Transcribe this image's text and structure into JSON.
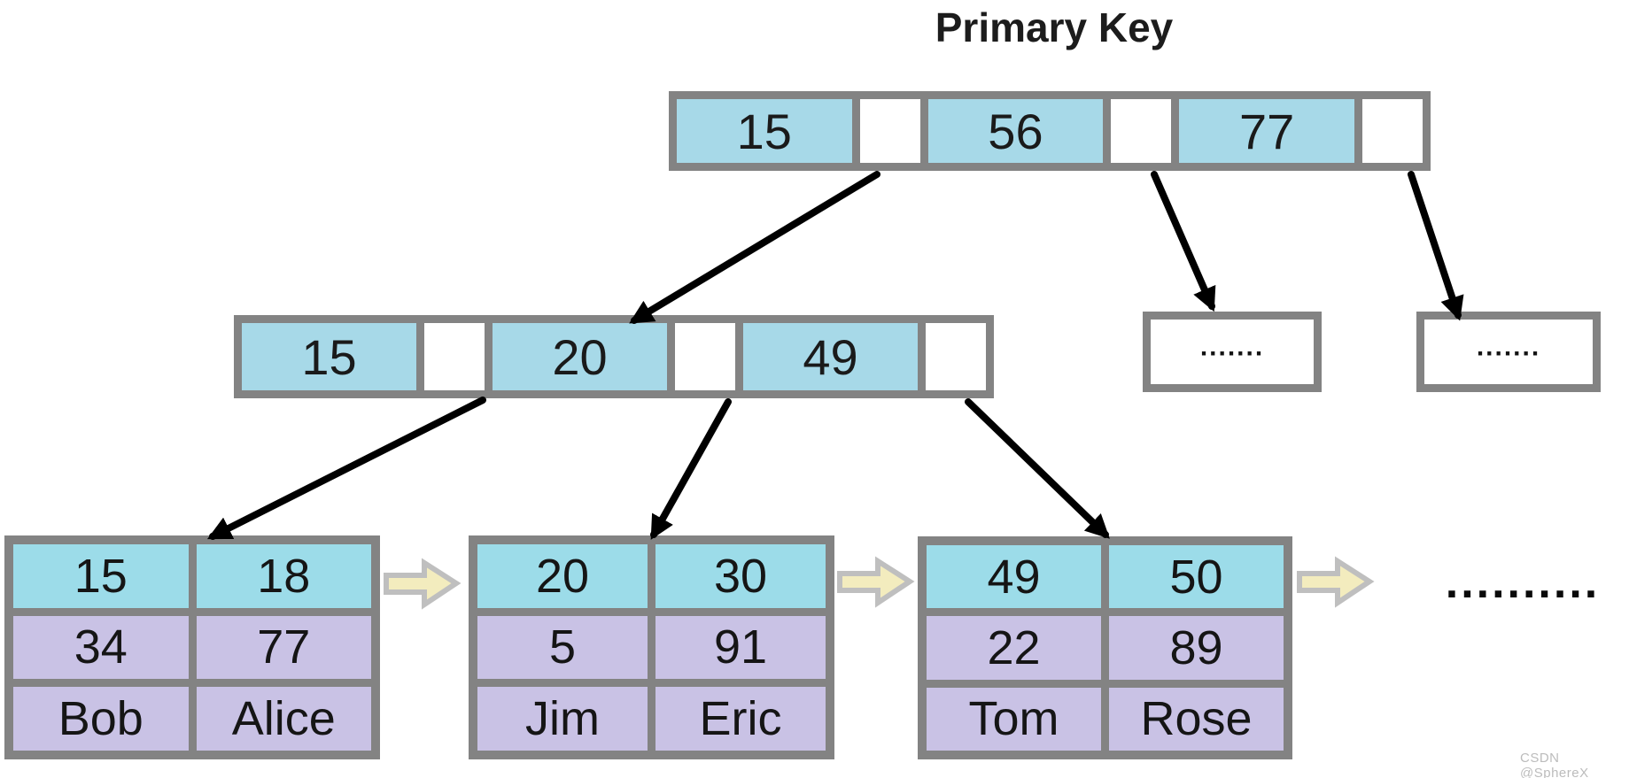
{
  "title": "Primary Key",
  "root_node": {
    "keys": [
      "15",
      "56",
      "77"
    ]
  },
  "internal_node": {
    "keys": [
      "15",
      "20",
      "49"
    ]
  },
  "overflow_boxes": [
    ".......",
    "......."
  ],
  "leaf_pages": [
    {
      "rows": [
        [
          "15",
          "18"
        ],
        [
          "34",
          "77"
        ],
        [
          "Bob",
          "Alice"
        ]
      ]
    },
    {
      "rows": [
        [
          "20",
          "30"
        ],
        [
          "5",
          "91"
        ],
        [
          "Jim",
          "Eric"
        ]
      ]
    },
    {
      "rows": [
        [
          "49",
          "50"
        ],
        [
          "22",
          "89"
        ],
        [
          "Tom",
          "Rose"
        ]
      ]
    }
  ],
  "trailing_dots": "..........",
  "watermark": "CSDN @SphereX",
  "colors": {
    "node_key_blue": "#a7d9e8",
    "leaf_key_blue": "#9cdce9",
    "leaf_value_purple": "#c9c2e5",
    "frame_gray": "#838383",
    "link_arrow_yellow": "#f3ecbe",
    "link_arrow_outline": "#bfbfbf",
    "pointer_arrow_black": "#000000"
  }
}
